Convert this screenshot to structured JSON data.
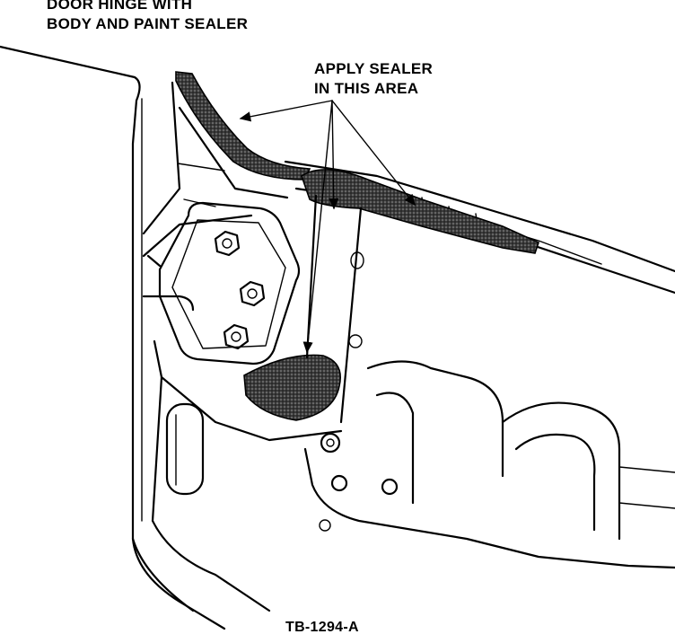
{
  "labels": {
    "top_left": "DOOR HINGE WITH\nBODY AND PAINT SEALER",
    "sealer_note": "APPLY SEALER\nIN THIS AREA",
    "figure_id": "TB-1294-A"
  },
  "colors": {
    "ink": "#000000",
    "paper": "#ffffff"
  }
}
